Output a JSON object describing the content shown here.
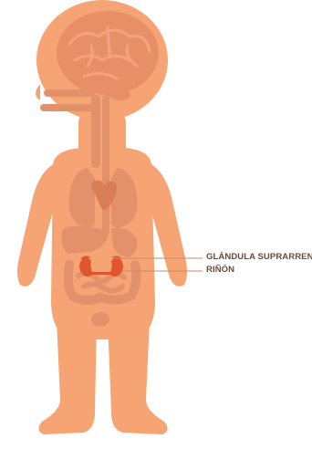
{
  "labels": {
    "adrenal_gland": "GLÁNDULA SUPRARRENAL",
    "kidney": "RIÑÓN"
  },
  "colors": {
    "body": "#f6a473",
    "organs_muted": "#e3916a",
    "highlight": "#e2542e",
    "pointer_line": "#c98a6a",
    "label_text": "#6a4a3a"
  },
  "highlighted_organs": [
    "adrenal_gland",
    "kidney"
  ]
}
